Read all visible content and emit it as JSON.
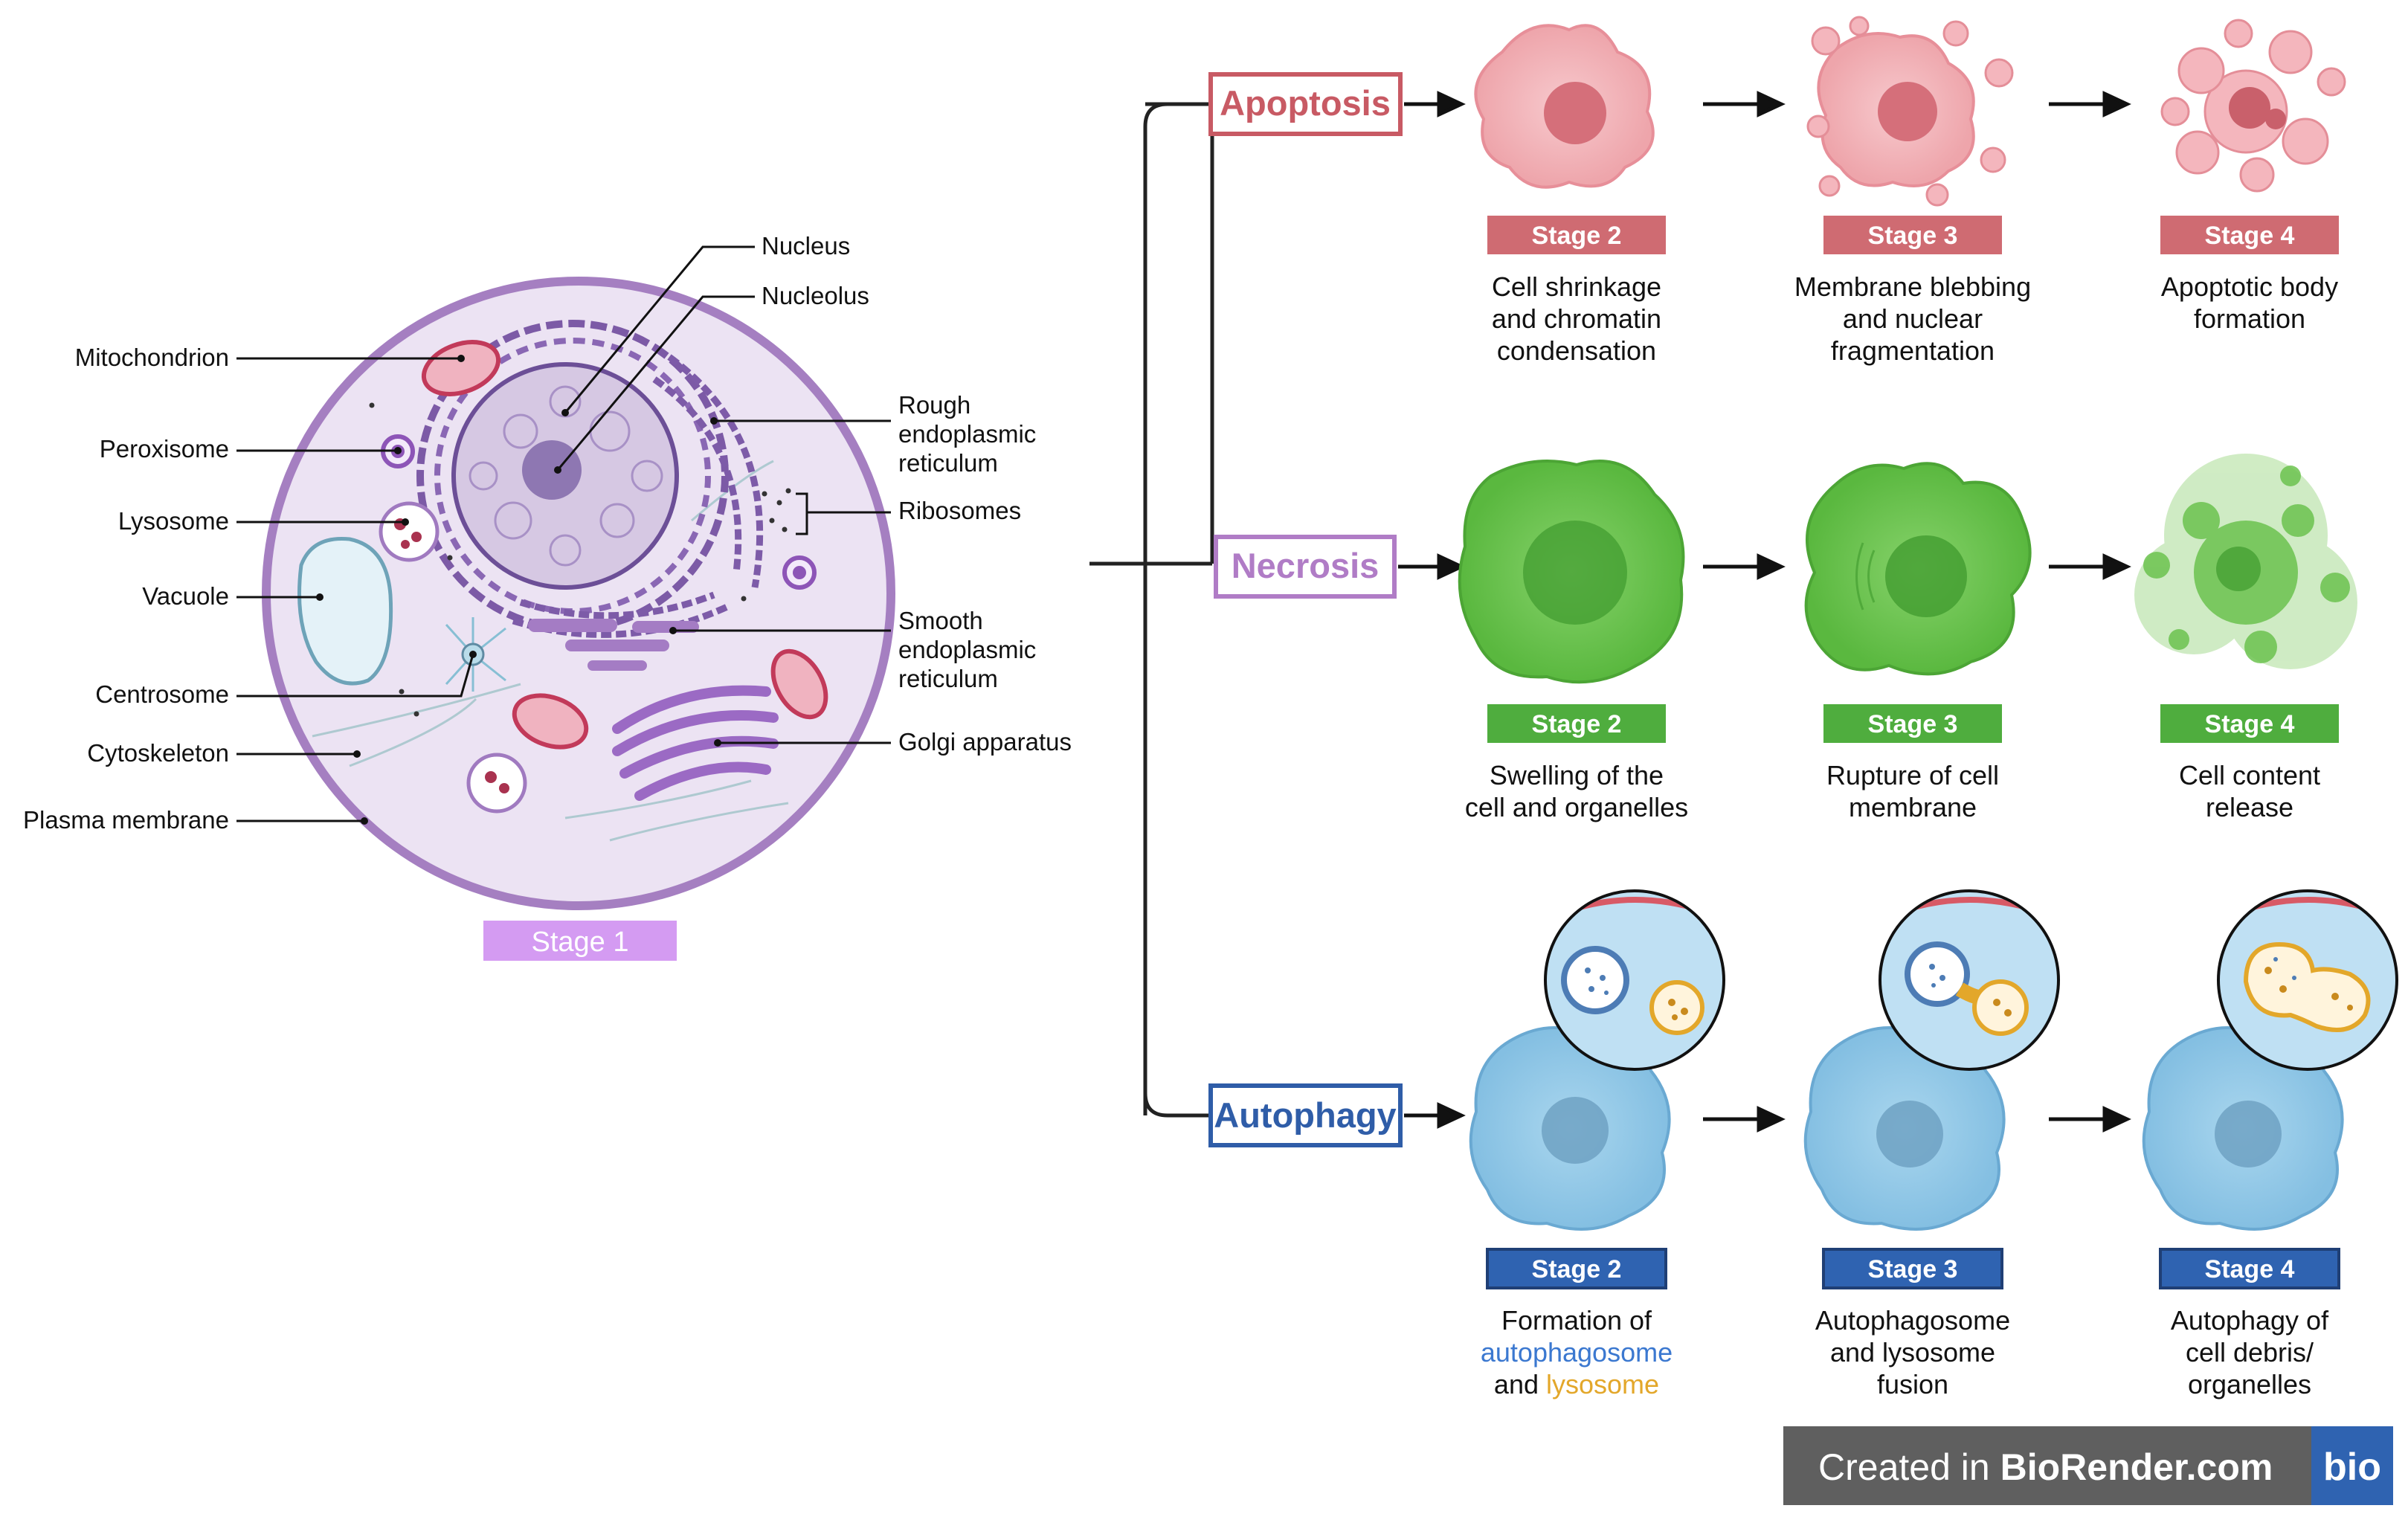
{
  "colors": {
    "apoptosis": "#c85a64",
    "necrosis": "#b07cc6",
    "autophagy": "#2f5da8",
    "stage_apoptosis": "#cf6b72",
    "stage_necrosis": "#4fad3e",
    "stage_autophagy": "#2f63b1",
    "stage1": "#d49bf2",
    "autophagosome_text": "#3b78d0",
    "lysosome_text": "#e3a72a"
  },
  "cell": {
    "stage_label": "Stage 1",
    "labels_left": [
      "Mitochondrion",
      "Peroxisome",
      "Lysosome",
      "Vacuole",
      "Centrosome",
      "Cytoskeleton",
      "Plasma membrane"
    ],
    "labels_top": [
      "Nucleus",
      "Nucleolus"
    ],
    "labels_right": {
      "rough_er": [
        "Rough",
        "endoplasmic",
        "reticulum"
      ],
      "ribosomes": "Ribosomes",
      "smooth_er": [
        "Smooth",
        "endoplasmic",
        "reticulum"
      ],
      "golgi": "Golgi apparatus"
    }
  },
  "pathways": [
    {
      "name": "Apoptosis",
      "stages": [
        {
          "label": "Stage 2",
          "desc": [
            "Cell shrinkage",
            "and chromatin",
            "condensation"
          ]
        },
        {
          "label": "Stage 3",
          "desc": [
            "Membrane blebbing",
            "and nuclear",
            "fragmentation"
          ]
        },
        {
          "label": "Stage 4",
          "desc": [
            "Apoptotic body",
            "formation"
          ]
        }
      ]
    },
    {
      "name": "Necrosis",
      "stages": [
        {
          "label": "Stage 2",
          "desc": [
            "Swelling of the",
            "cell and organelles"
          ]
        },
        {
          "label": "Stage 3",
          "desc": [
            "Rupture of cell",
            "membrane"
          ]
        },
        {
          "label": "Stage 4",
          "desc": [
            "Cell content",
            "release"
          ]
        }
      ]
    },
    {
      "name": "Autophagy",
      "stages": [
        {
          "label": "Stage 2",
          "desc_prefix": "Formation of",
          "desc_highlight_1": "autophagosome",
          "desc_and": "and",
          "desc_highlight_2": "lysosome"
        },
        {
          "label": "Stage 3",
          "desc": [
            "Autophagosome",
            "and lysosome",
            "fusion"
          ]
        },
        {
          "label": "Stage 4",
          "desc": [
            "Autophagy of",
            "cell debris/",
            "organelles"
          ]
        }
      ]
    }
  ],
  "watermark": {
    "prefix": "Created in",
    "brand": "BioRender.com",
    "logo": "bio"
  }
}
